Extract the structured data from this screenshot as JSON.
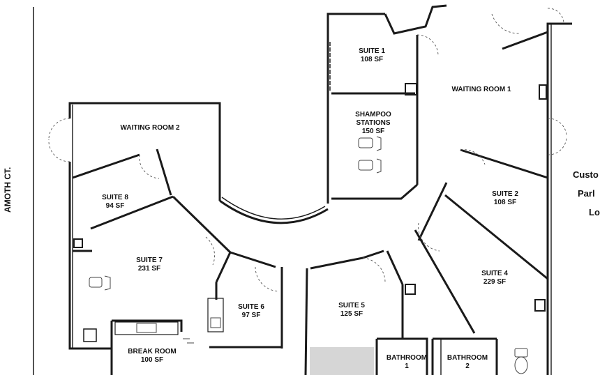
{
  "street_label": "AMOTH CT.",
  "side_note": [
    "Custo",
    "Parl",
    "Lo"
  ],
  "rooms": [
    {
      "id": "suite-1",
      "name": "SUITE 1",
      "area": "108 SF"
    },
    {
      "id": "shampoo",
      "name": "SHAMPOO",
      "name2": "STATIONS",
      "area": "150 SF"
    },
    {
      "id": "waiting-1",
      "name": "WAITING ROOM 1",
      "area": ""
    },
    {
      "id": "waiting-2",
      "name": "WAITING ROOM 2",
      "area": ""
    },
    {
      "id": "suite-8",
      "name": "SUITE 8",
      "area": "94 SF"
    },
    {
      "id": "suite-2",
      "name": "SUITE 2",
      "area": "108 SF"
    },
    {
      "id": "suite-7",
      "name": "SUITE 7",
      "area": "231 SF"
    },
    {
      "id": "suite-4",
      "name": "SUITE 4",
      "area": "229 SF"
    },
    {
      "id": "suite-6",
      "name": "SUITE 6",
      "area": "97 SF"
    },
    {
      "id": "suite-5",
      "name": "SUITE 5",
      "area": "125 SF"
    },
    {
      "id": "break-room",
      "name": "BREAK ROOM",
      "area": "100 SF"
    },
    {
      "id": "bathroom-1",
      "name": "BATHROOM",
      "area": "1"
    },
    {
      "id": "bathroom-2",
      "name": "BATHROOM",
      "area": "2"
    }
  ]
}
